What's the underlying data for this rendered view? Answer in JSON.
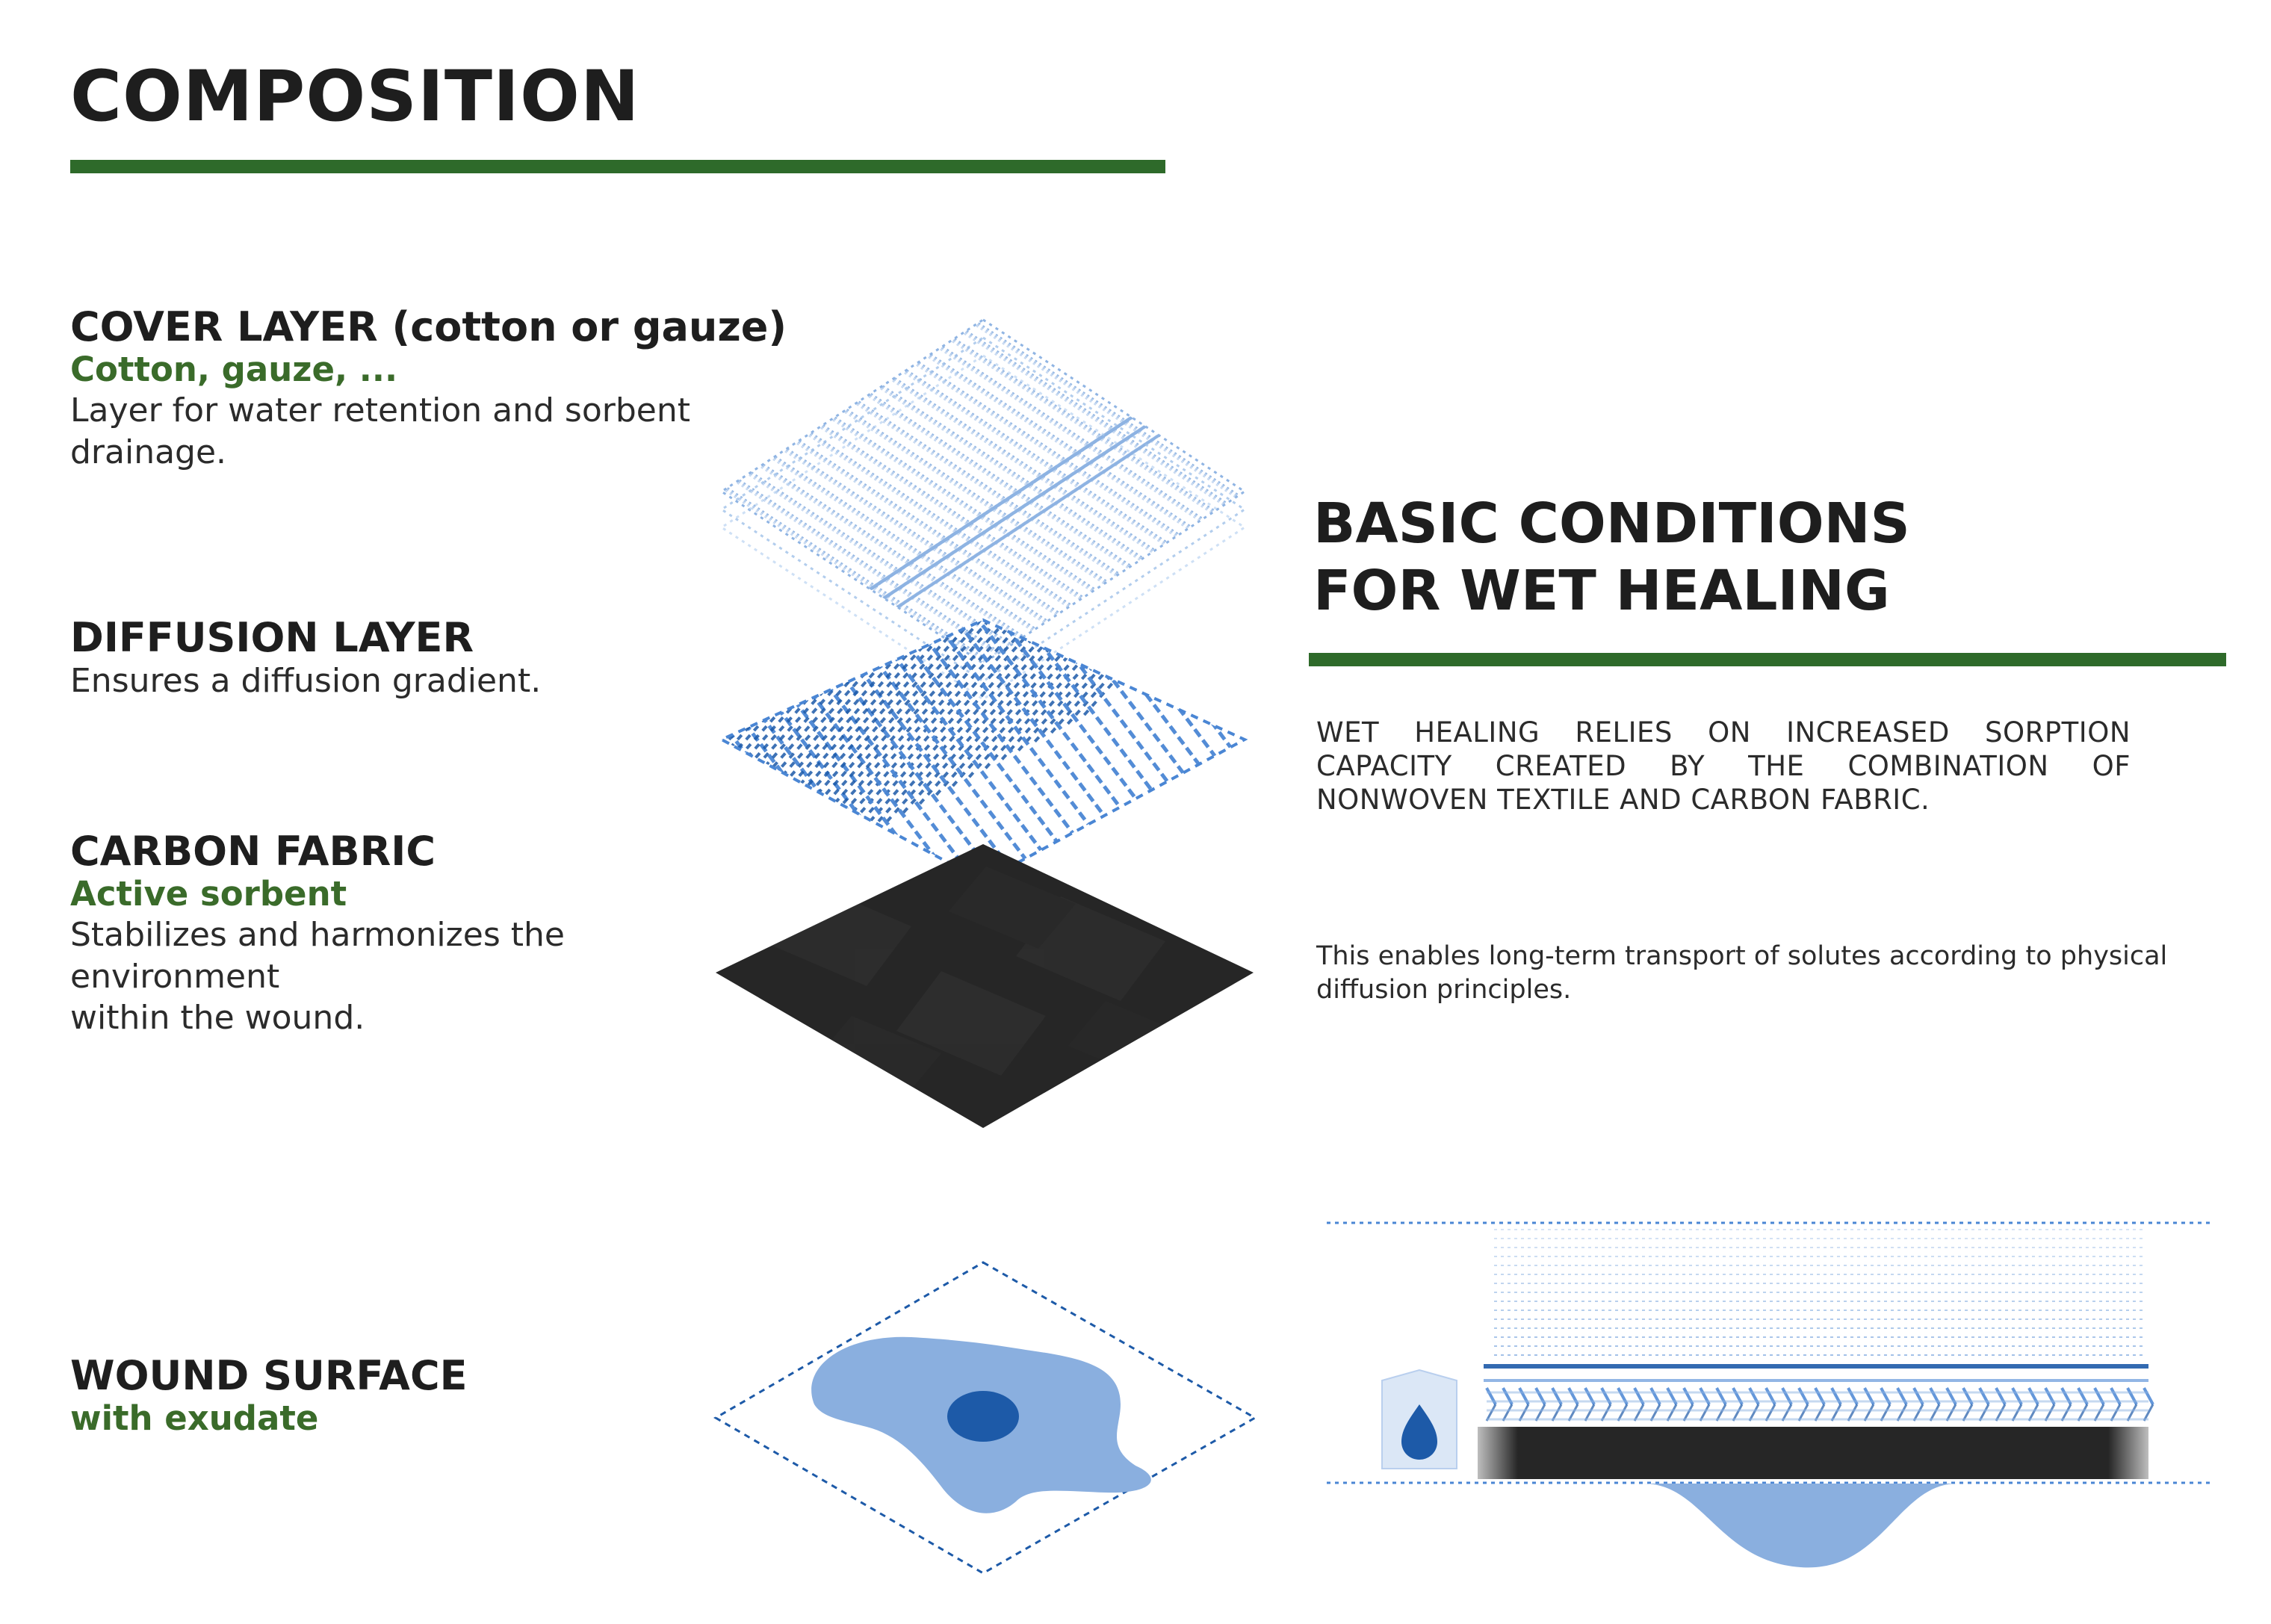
{
  "composition": {
    "title": "COMPOSITION"
  },
  "colors": {
    "accent_green": "#2e6a2a",
    "label_green": "#3a6b2a",
    "blue_light": "#8fb4e3",
    "blue_mid": "#4a86d4",
    "blue_dark": "#1d5aa8",
    "wound": "#8aafdf",
    "carbon": "#262626"
  },
  "layers": {
    "cover": {
      "title": "COVER LAYER (cotton or gauze)",
      "subtitle": "Cotton, gauze, ...",
      "description": "Layer for water retention and sorbent drainage."
    },
    "diffusion": {
      "title": "DIFFUSION LAYER",
      "description": "Ensures a diffusion gradient."
    },
    "carbon": {
      "title": "CARBON FABRIC",
      "subtitle": "Active sorbent",
      "description_line1": "Stabilizes and harmonizes the environment",
      "description_line2": "within the wound."
    },
    "wound": {
      "title": "WOUND SURFACE",
      "subtitle": "with exudate"
    }
  },
  "wet_healing": {
    "title_line1": "BASIC CONDITIONS",
    "title_line2": "FOR WET HEALING",
    "paragraph_upper": "WET HEALING RELIES ON INCREASED SORPTION CAPACITY CREATED BY THE COMBINATION OF NONWOVEN TEXTILE AND CARBON FABRIC.",
    "paragraph_lower": "This enables long-term transport of solutes according to physical diffusion principles."
  },
  "icons": {
    "moisture": "water-drop-icon"
  }
}
